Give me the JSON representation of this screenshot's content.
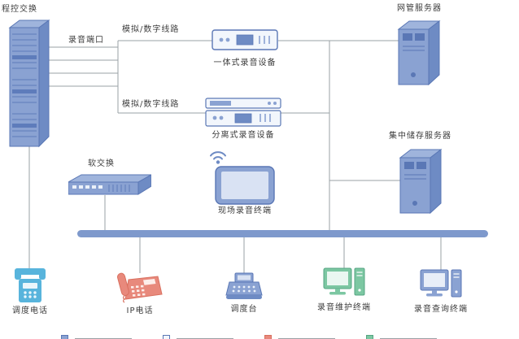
{
  "diagram": {
    "nodes": {
      "pbx": {
        "label": "程控交换"
      },
      "integrated_recorder": {
        "label": "一体式录音设备"
      },
      "separated_recorder": {
        "label": "分离式录音设备"
      },
      "nms_server": {
        "label": "网管服务器"
      },
      "storage_server": {
        "label": "集中储存服务器"
      },
      "softswitch": {
        "label": "软交换"
      },
      "live_recording_terminal": {
        "label": "现场录音终端"
      },
      "dispatch_phone": {
        "label": "调度电话"
      },
      "ip_phone": {
        "label": "IP电话"
      },
      "dispatch_console": {
        "label": "调度台"
      },
      "recording_maintenance_terminal": {
        "label": "录音维护终端"
      },
      "recording_query_terminal": {
        "label": "录音查询终端"
      }
    },
    "edge_labels": {
      "recording_port": "录音端口",
      "analog_digital_line_top": "模拟/数字线路",
      "analog_digital_line_mid": "模拟/数字线路"
    },
    "colors": {
      "device_blue": "#8AA2D2",
      "device_blue_dark": "#5A77B5",
      "device_blue_side": "#6E8BC4",
      "bus_blue": "#7E99CC",
      "phone_cyan": "#58B4DC",
      "phone_salmon": "#E8897C",
      "terminal_green": "#7CC7A2",
      "wire_gray": "#9AA0A6"
    }
  }
}
